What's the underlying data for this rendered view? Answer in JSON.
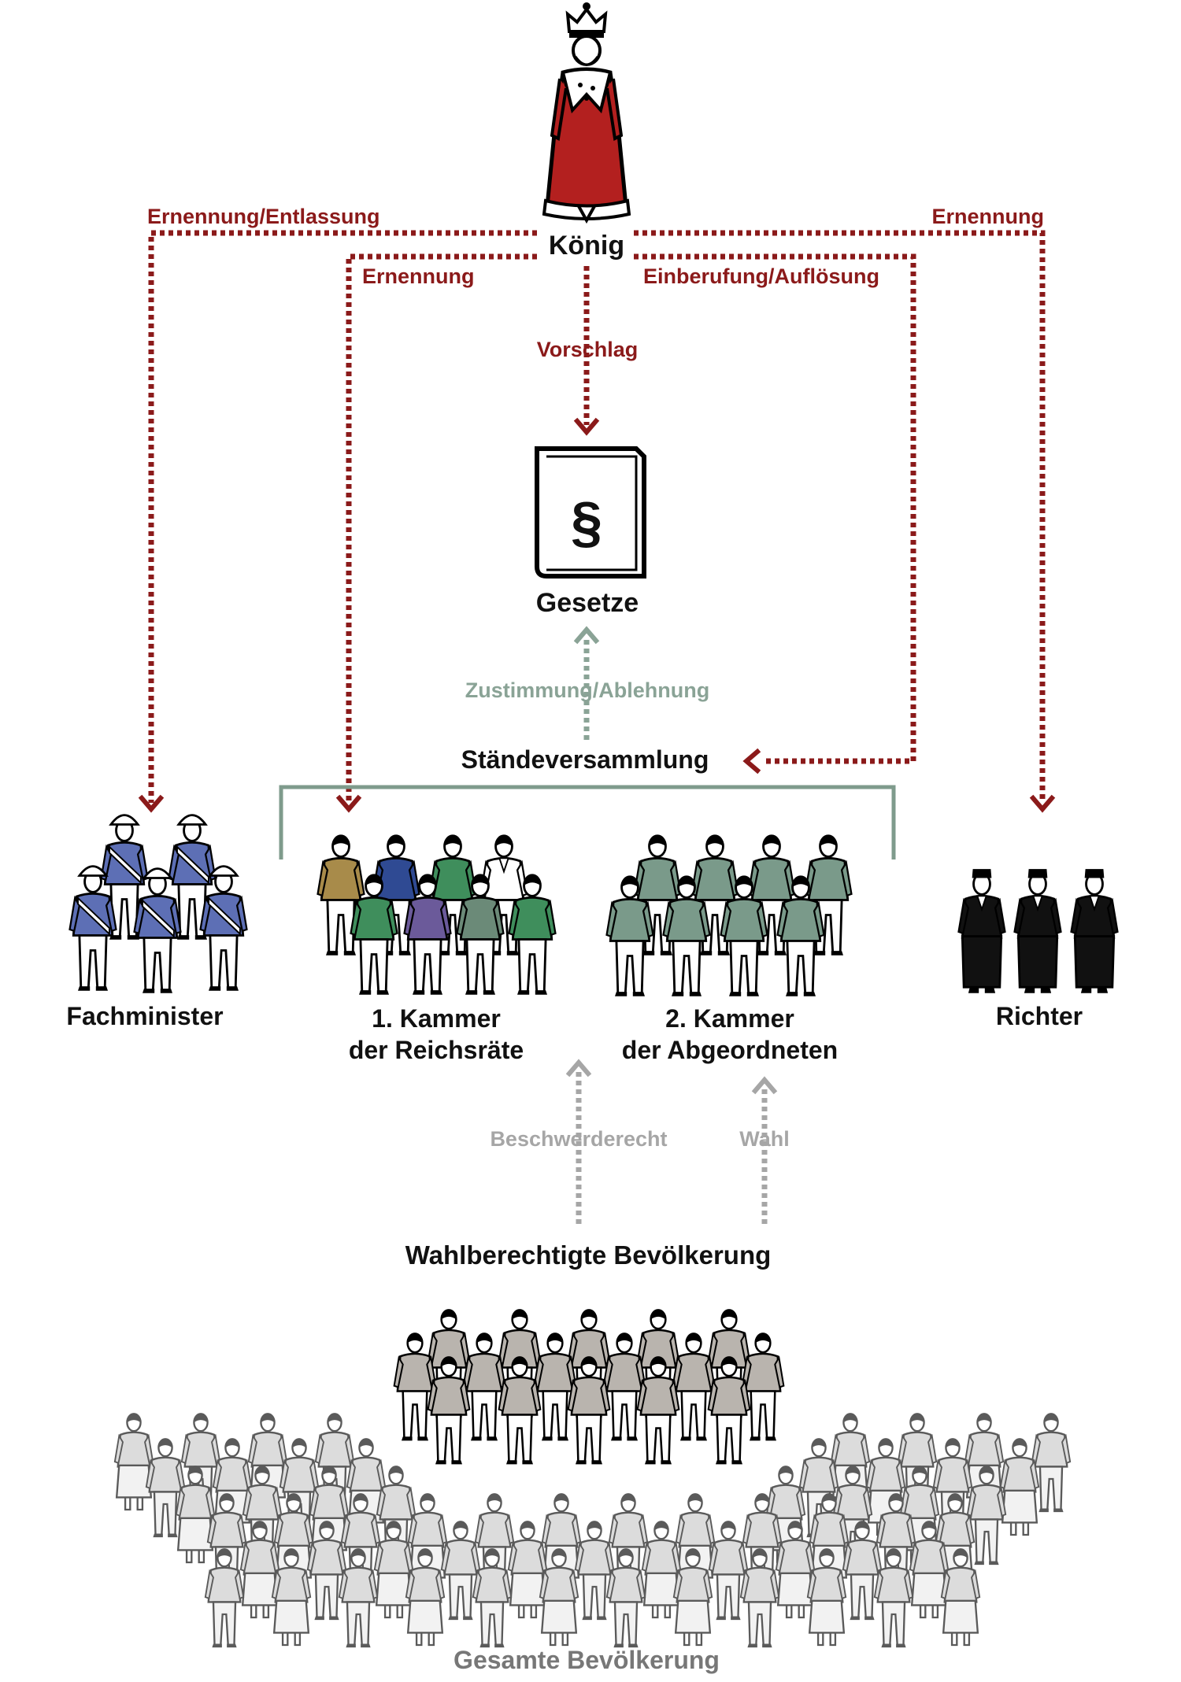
{
  "colors": {
    "king_red": "#8b1a1a",
    "robe_red": "#b3201f",
    "approval_green": "#8aa396",
    "bracket_green": "#7f9b8c",
    "petition_gray": "#a6a6a6",
    "people_gray": "#7a7a7a",
    "minister_blue": "#5d6fb5",
    "judge_black": "#111111",
    "text_black": "#111111"
  },
  "nodes": {
    "king": "König",
    "laws": "Gesetze",
    "laws_symbol": "§",
    "assembly": "Ständeversammlung",
    "ministers": "Fachminister",
    "chamber1_line1": "1. Kammer",
    "chamber1_line2": "der Reichsräte",
    "chamber2_line1": "2. Kammer",
    "chamber2_line2": "der Abgeordneten",
    "judges": "Richter",
    "voters": "Wahlberechtigte Bevölkerung",
    "population": "Gesamte Bevölkerung"
  },
  "relations": {
    "appoint_dismiss": "Ernennung/Entlassung",
    "appoint_left": "Ernennung",
    "appoint_right": "Ernennung",
    "convene_dissolve": "Einberufung/Auflösung",
    "proposal": "Vorschlag",
    "approve_reject": "Zustimmung/Ablehnung",
    "petition": "Beschwerderecht",
    "election": "Wahl"
  },
  "icons": {
    "king": "crowned-king-icon",
    "laws": "law-book-icon",
    "ministers": "uniformed-ministers-icon",
    "chamber1": "council-members-icon",
    "chamber2": "deputies-icon",
    "judges": "robed-judges-icon",
    "voters": "voters-crowd-icon",
    "population": "population-crowd-icon"
  }
}
